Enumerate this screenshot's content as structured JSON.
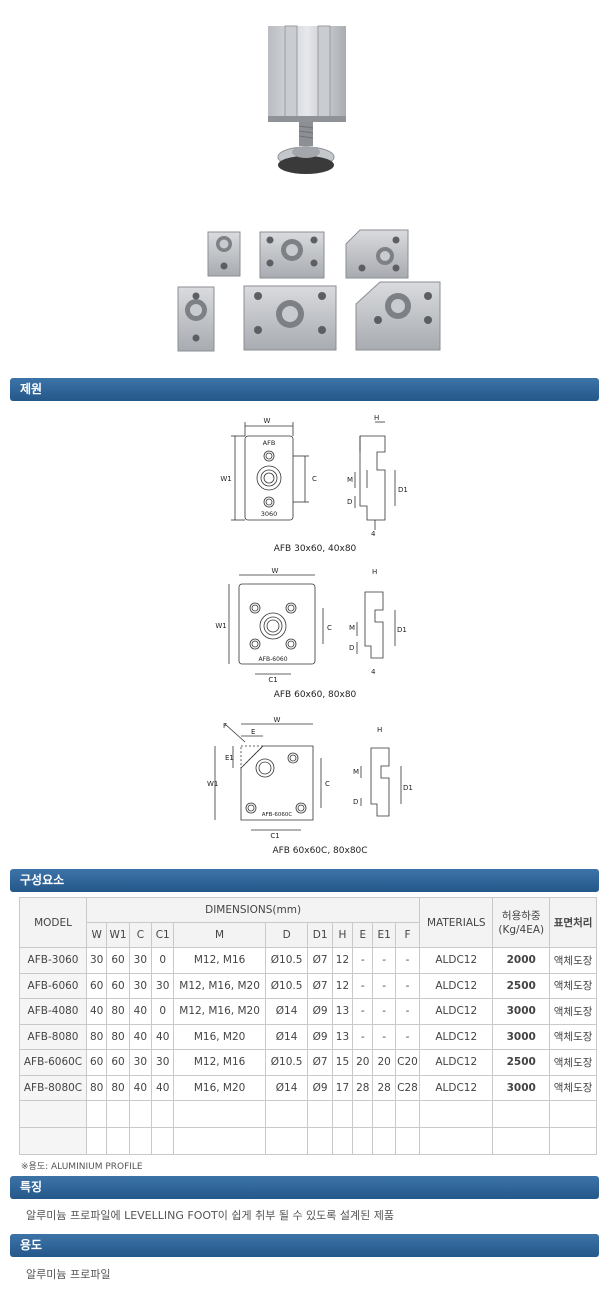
{
  "sections": {
    "spec_title": "제원",
    "components_title": "구성요소",
    "features_title": "특징",
    "usage_title": "용도"
  },
  "drawings": [
    {
      "caption": "AFB 30x60, 40x80",
      "part_label_top": "AFB",
      "part_label_bottom": "3060"
    },
    {
      "caption": "AFB 60x60, 80x80",
      "part_label": "AFB-6060"
    },
    {
      "caption": "AFB 60x60C, 80x80C",
      "part_label": "AFB-6060C"
    }
  ],
  "dim_labels": {
    "W": "W",
    "W1": "W1",
    "C": "C",
    "C1": "C1",
    "H": "H",
    "M": "M",
    "D": "D",
    "D1": "D1",
    "E": "E",
    "E1": "E1",
    "F": "F",
    "four": "4"
  },
  "table": {
    "col_model": "MODEL",
    "col_dimensions": "DIMENSIONS(mm)",
    "col_materials": "MATERIALS",
    "col_load": "허용하중\n(Kg/4EA)",
    "col_load_line1": "허용하중",
    "col_load_line2": "(Kg/4EA)",
    "col_surface": "표면처리",
    "sub_headers": [
      "W",
      "W1",
      "C",
      "C1",
      "M",
      "D",
      "D1",
      "H",
      "E",
      "E1",
      "F"
    ],
    "rows": [
      [
        "AFB-3060",
        "30",
        "60",
        "30",
        "0",
        "M12, M16",
        "Ø10.5",
        "Ø7",
        "12",
        "-",
        "-",
        "-",
        "ALDC12",
        "2000",
        "액체도장"
      ],
      [
        "AFB-6060",
        "60",
        "60",
        "30",
        "30",
        "M12, M16, M20",
        "Ø10.5",
        "Ø7",
        "12",
        "-",
        "-",
        "-",
        "ALDC12",
        "2500",
        "액체도장"
      ],
      [
        "AFB-4080",
        "40",
        "80",
        "40",
        "0",
        "M12, M16, M20",
        "Ø14",
        "Ø9",
        "13",
        "-",
        "-",
        "-",
        "ALDC12",
        "3000",
        "액체도장"
      ],
      [
        "AFB-8080",
        "80",
        "80",
        "40",
        "40",
        "M16, M20",
        "Ø14",
        "Ø9",
        "13",
        "-",
        "-",
        "-",
        "ALDC12",
        "3000",
        "액체도장"
      ],
      [
        "AFB-6060C",
        "60",
        "60",
        "30",
        "30",
        "M12, M16",
        "Ø10.5",
        "Ø7",
        "15",
        "20",
        "20",
        "C20",
        "ALDC12",
        "2500",
        "액체도장"
      ],
      [
        "AFB-8080C",
        "80",
        "80",
        "40",
        "40",
        "M16, M20",
        "Ø14",
        "Ø9",
        "17",
        "28",
        "28",
        "C28",
        "ALDC12",
        "3000",
        "액체도장"
      ]
    ],
    "note": "※용도: ALUMINIUM PROFILE"
  },
  "features_text": "알루미늄 프로파일에 LEVELLING FOOT이 쉽게 취부 될 수 있도록 설계된 제품",
  "usage_text": "알루미늄 프로파일",
  "colors": {
    "header_bar": "#2d6496",
    "metal": "#c8cbd0"
  }
}
